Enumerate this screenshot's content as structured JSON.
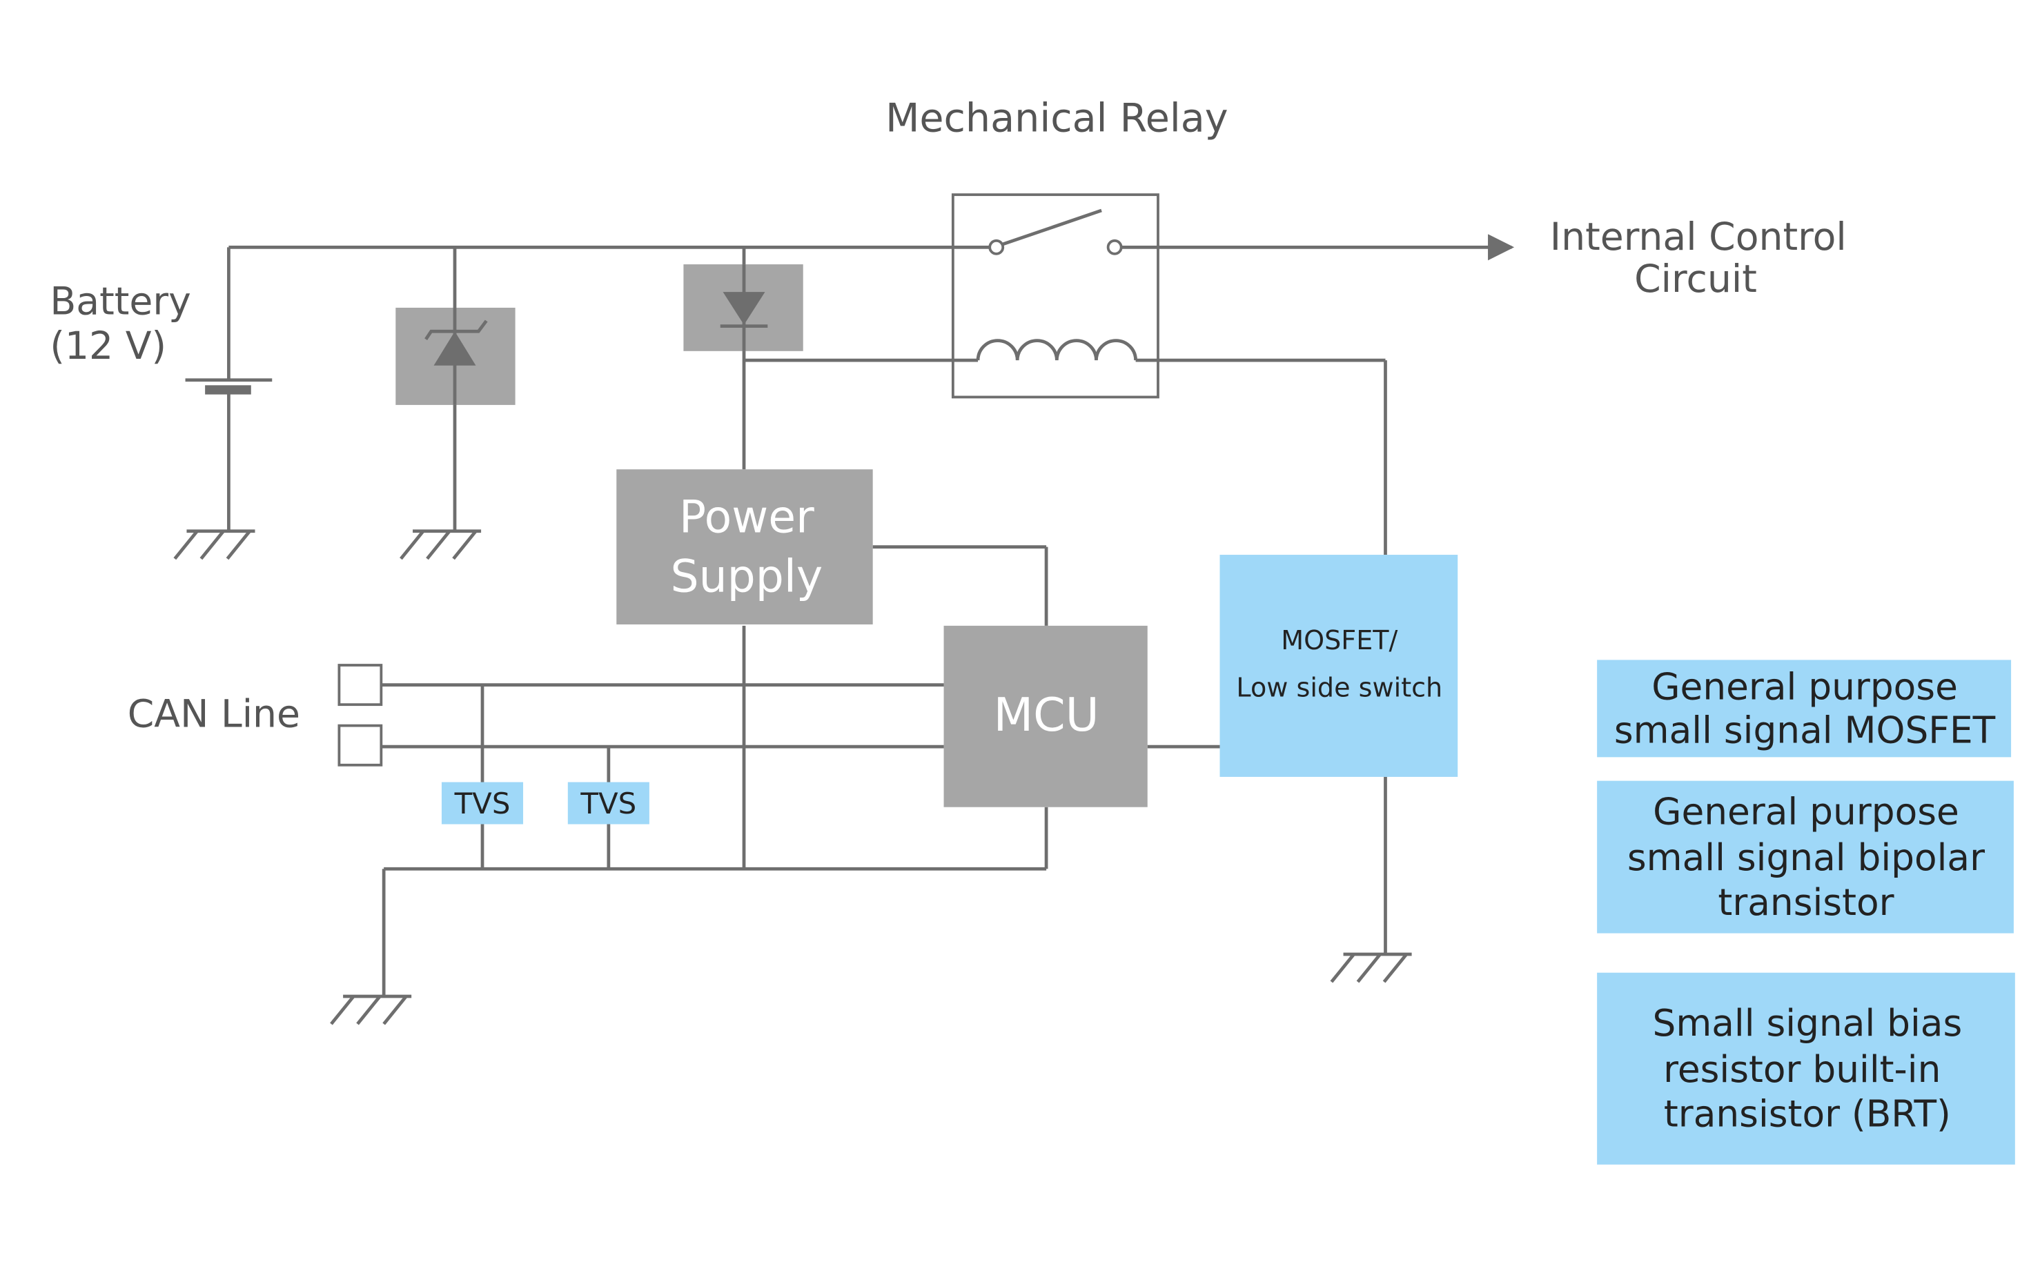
{
  "title": "Mechanical Relay",
  "labels": {
    "battery_line1": "Battery",
    "battery_line2": "(12 V)",
    "internal_line1": "Internal Control",
    "internal_line2": "Circuit",
    "can_line": "CAN Line"
  },
  "blocks": {
    "power_supply_line1": "Power",
    "power_supply_line2": "Supply",
    "mcu": "MCU",
    "mosfet_line1": "MOSFET/",
    "mosfet_line2": "Low side switch",
    "tvs1": "TVS",
    "tvs2": "TVS"
  },
  "legend": {
    "item1_line1": "General purpose",
    "item1_line2": "small signal MOSFET",
    "item2_line1": "General purpose",
    "item2_line2": "small signal bipolar",
    "item2_line3": "transistor",
    "item3_line1": "Small signal bias",
    "item3_line2": "resistor built-in",
    "item3_line3": "transistor (BRT)"
  },
  "colors": {
    "wire": "#6e6e6e",
    "gray_block": "#a6a6a6",
    "blue_block": "#9fd8f8",
    "text": "#555555"
  }
}
